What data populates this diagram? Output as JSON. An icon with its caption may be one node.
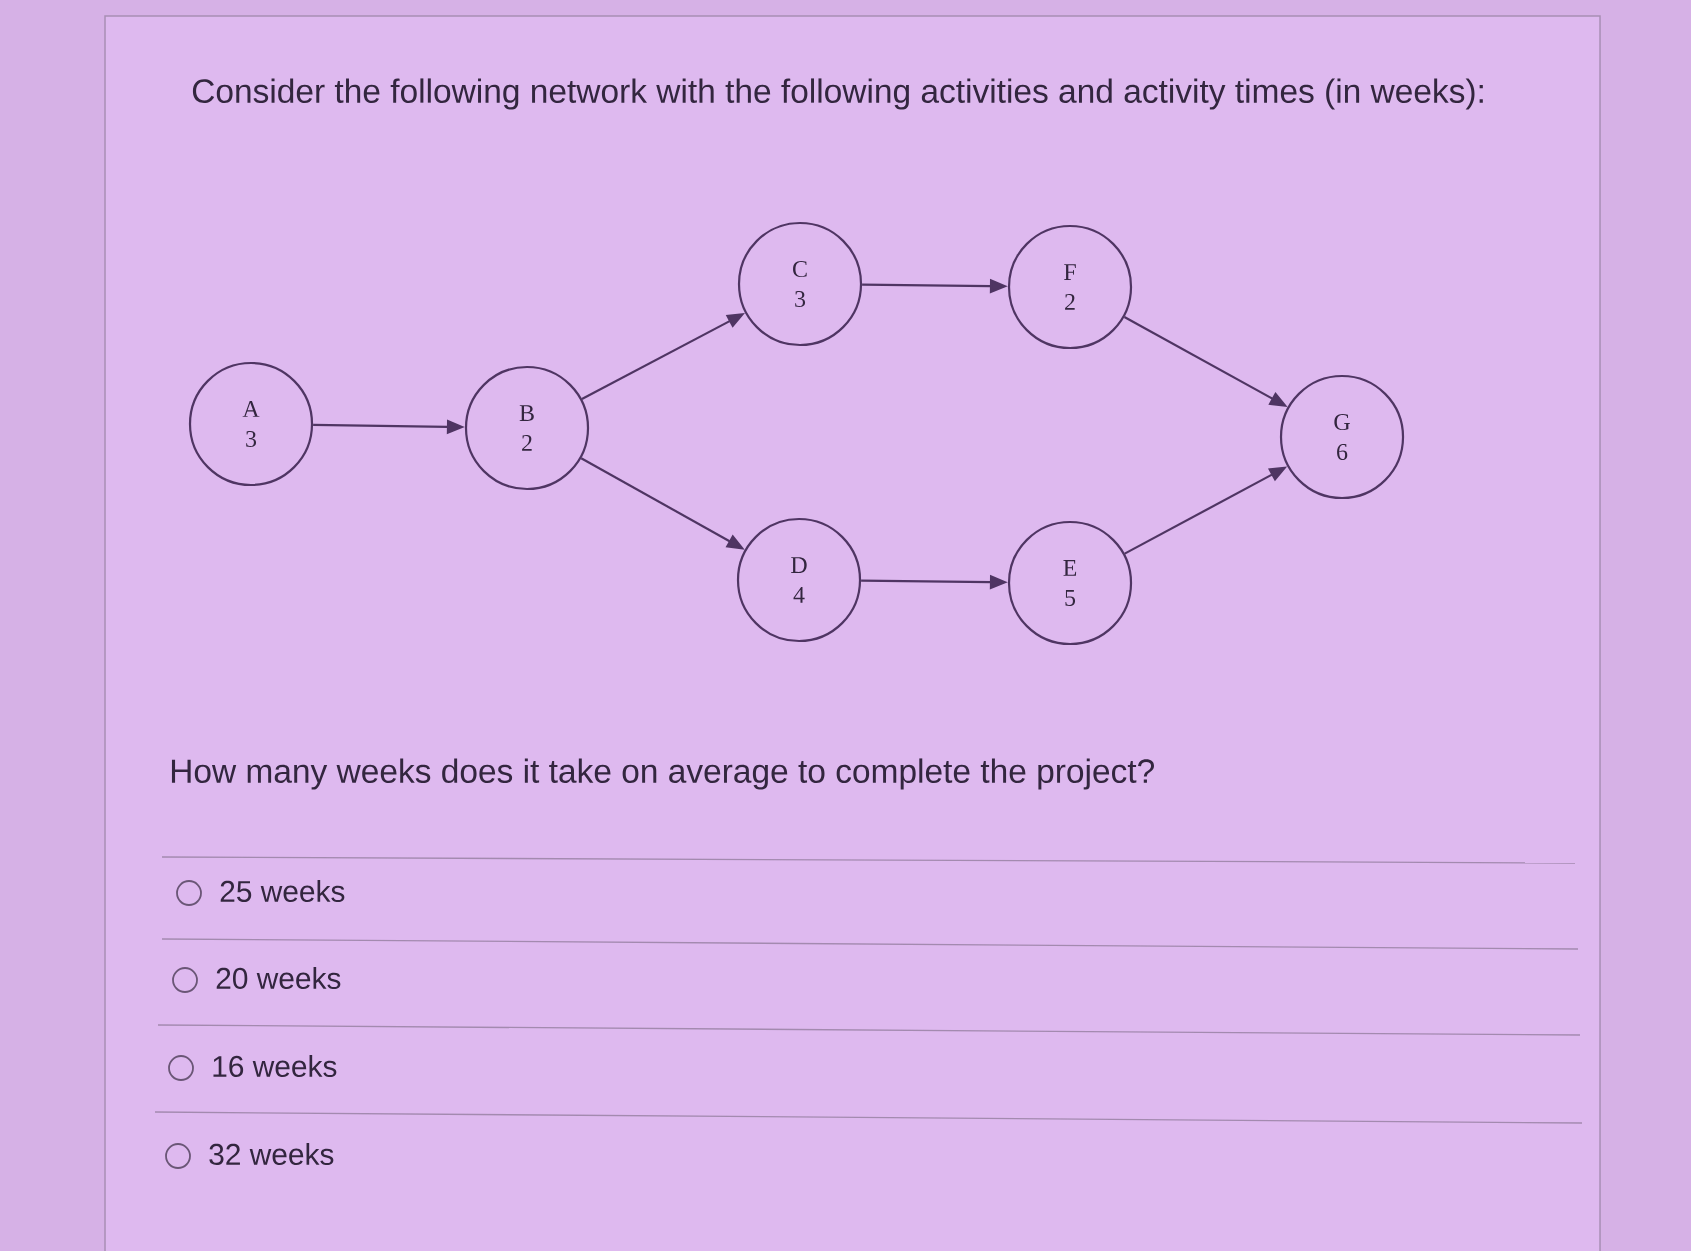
{
  "diagram": {
    "title": "Consider the following network with the following activities and activity times (in weeks):",
    "nodes": [
      {
        "text": [
          "A",
          "3"
        ]
      },
      {
        "text": [
          "B",
          "2"
        ]
      },
      {
        "text": [
          "C",
          "3"
        ]
      },
      {
        "text": [
          "D",
          "4"
        ]
      },
      {
        "text": [
          "F",
          "2"
        ]
      },
      {
        "text": [
          "E",
          "5"
        ]
      },
      {
        "text": [
          "G",
          "6"
        ]
      }
    ],
    "edges": [
      {
        "from": 0,
        "to": 1,
        "arrow": "to"
      },
      {
        "from": 1,
        "to": 2,
        "arrow": "to"
      },
      {
        "from": 1,
        "to": 3,
        "arrow": "to"
      },
      {
        "from": 2,
        "to": 4,
        "arrow": "to"
      },
      {
        "from": 3,
        "to": 5,
        "arrow": "to"
      },
      {
        "from": 4,
        "to": 6,
        "arrow": "to"
      },
      {
        "from": 5,
        "to": 6,
        "arrow": "to"
      }
    ],
    "labels": [
      "How many weeks does it take on average to complete the project?",
      "25 weeks",
      "20 weeks",
      "16 weeks",
      "32 weeks"
    ]
  }
}
